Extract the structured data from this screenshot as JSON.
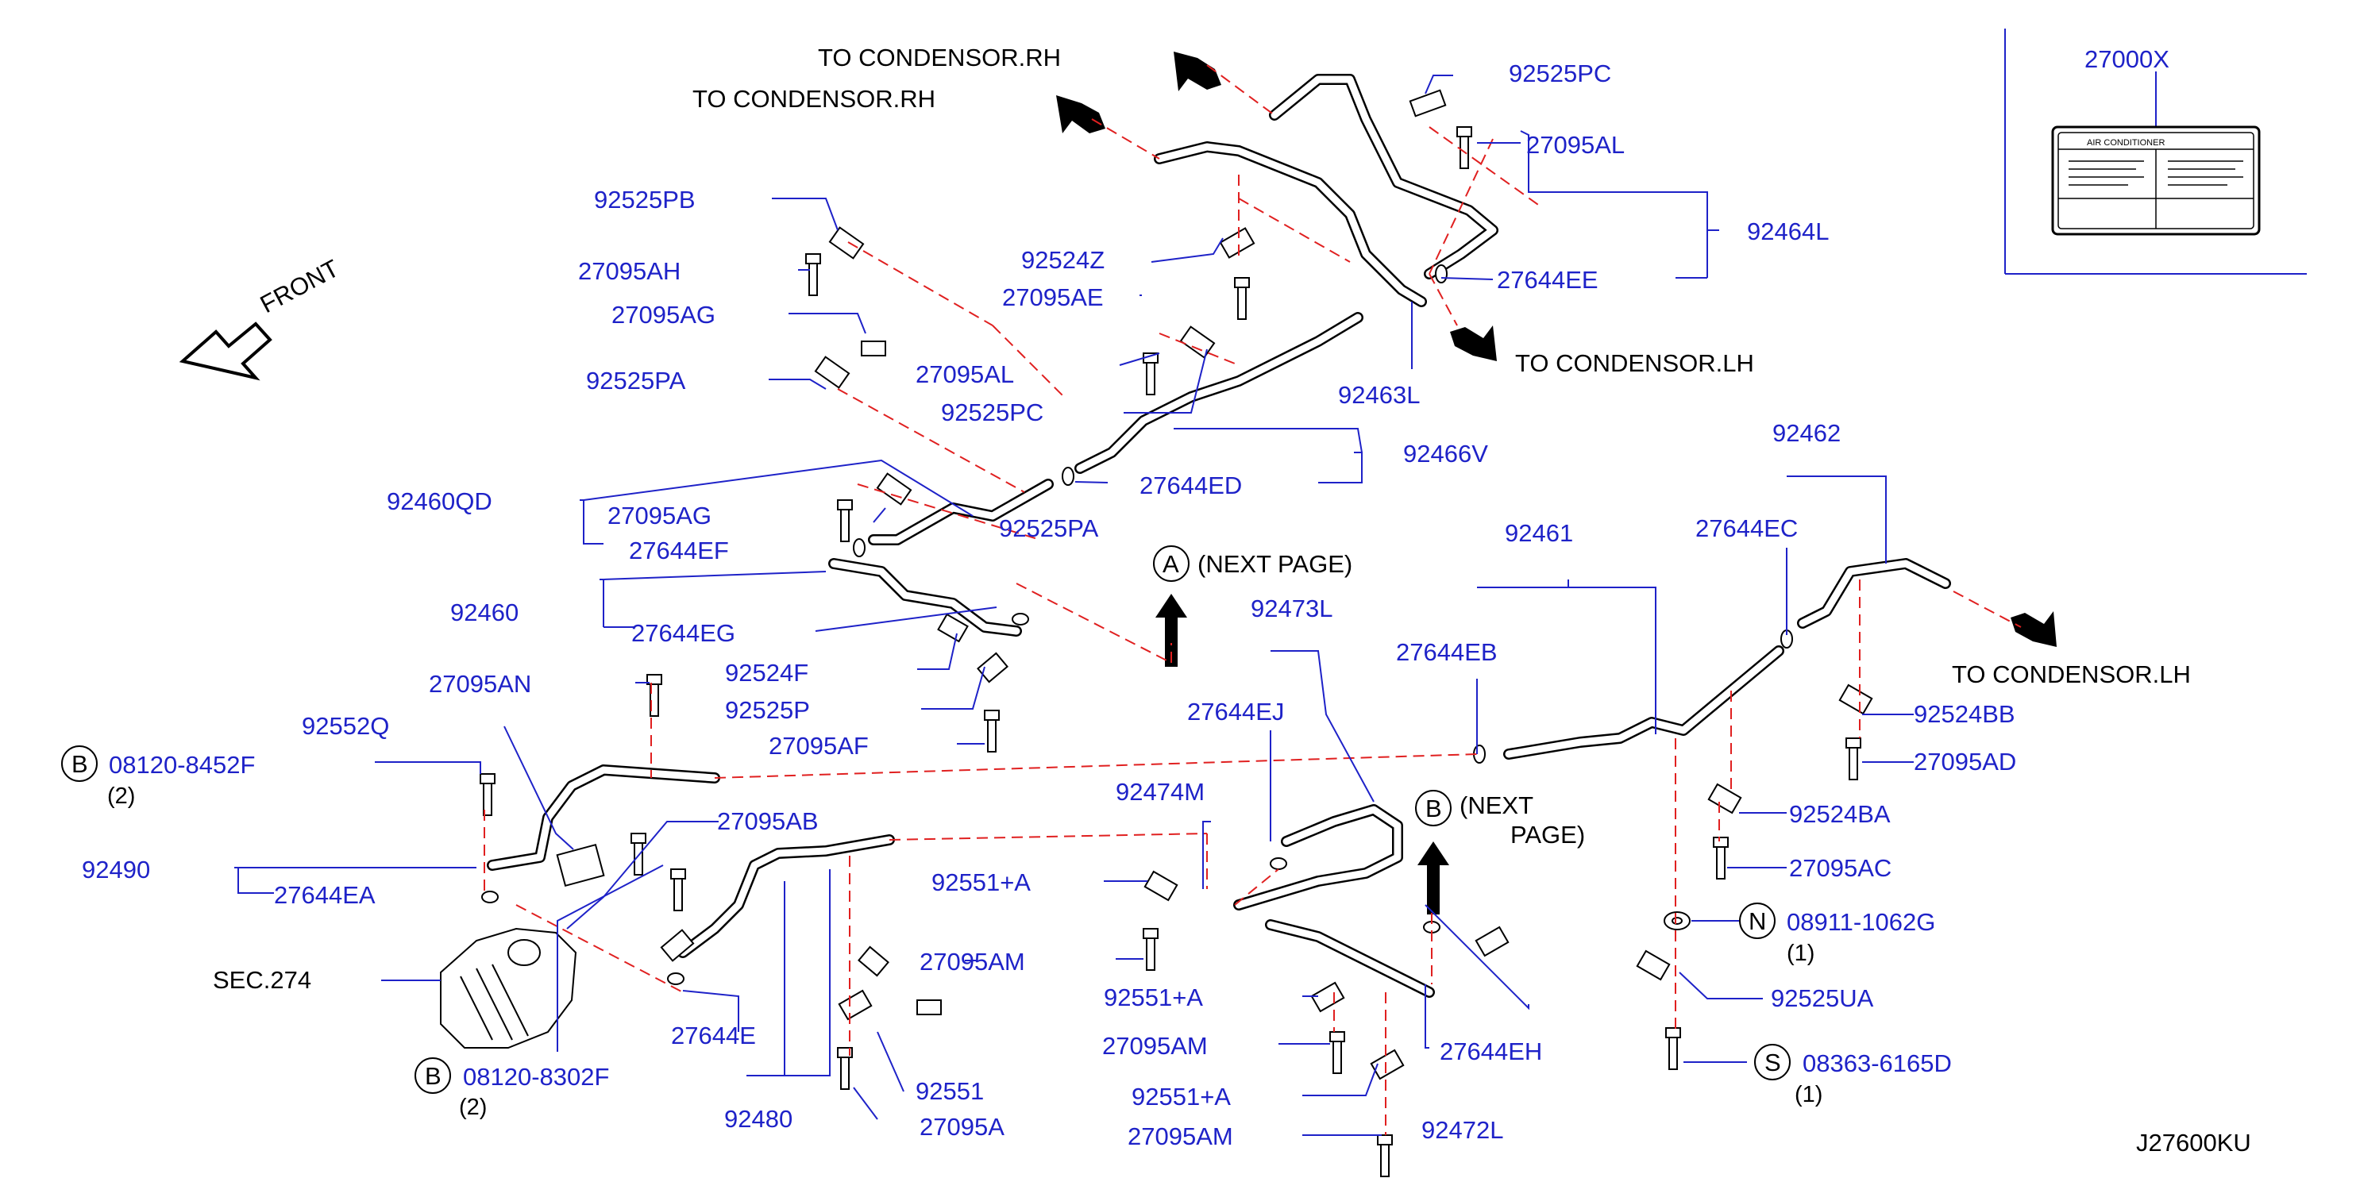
{
  "diagram_id": "J27600KU",
  "front_label": "FRONT",
  "destinations": {
    "cond_rh_1": "TO  CONDENSOR.RH",
    "cond_rh_2": "TO  CONDENSOR.RH",
    "cond_lh_1": "TO  CONDENSOR.LH",
    "cond_lh_2": "TO  CONDENSOR.LH"
  },
  "references": {
    "next_page_a": {
      "letter": "A",
      "text": "(NEXT  PAGE)"
    },
    "next_page_b": {
      "letter": "B",
      "text1": "(NEXT",
      "text2": "PAGE)"
    },
    "sec": "SEC.274"
  },
  "label_box": {
    "part": "27000X",
    "title": "AIR    CONDITIONER"
  },
  "parts": {
    "p92525PC_top": "92525PC",
    "p27095AL_top": "27095AL",
    "p92464L": "92464L",
    "p27644EE": "27644EE",
    "p92463L": "92463L",
    "p92525PB": "92525PB",
    "p27095AH": "27095AH",
    "p27095AG_1": "27095AG",
    "p92525PA_1": "92525PA",
    "p27095AL_2": "27095AL",
    "p92525PC_2": "92525PC",
    "p92524Z": "92524Z",
    "p27095AE": "27095AE",
    "p92466V": "92466V",
    "p27644ED": "27644ED",
    "p92460QD": "92460QD",
    "p27095AG_2": "27095AG",
    "p27644EF": "27644EF",
    "p92525PA_2": "92525PA",
    "p92460": "92460",
    "p27644EG": "27644EG",
    "p92524F": "92524F",
    "p92525P": "92525P",
    "p27095AF": "27095AF",
    "p27095AN": "27095AN",
    "p92552Q": "92552Q",
    "p08120_8452F": "08120-8452F",
    "q08120_8452F": "(2)",
    "p27095AB": "27095AB",
    "p92490": "92490",
    "p27644EA": "27644EA",
    "p27644E": "27644E",
    "p08120_8302F": "08120-8302F",
    "q08120_8302F": "(2)",
    "p92480": "92480",
    "p27095A": "27095A",
    "p92551": "92551",
    "p27095AM_1": "27095AM",
    "p92551A_1": "92551+A",
    "p92551A_2": "92551+A",
    "p27095AM_2": "27095AM",
    "p92551A_3": "92551+A",
    "p27095AM_3": "27095AM",
    "p92474M": "92474M",
    "p92473L": "92473L",
    "p27644EJ": "27644EJ",
    "p27644EB": "27644EB",
    "p27644EH": "27644EH",
    "p92472L": "92472L",
    "p92461": "92461",
    "p92462": "92462",
    "p27644EC": "27644EC",
    "p92524BB": "92524BB",
    "p27095AD": "27095AD",
    "p92524BA": "92524BA",
    "p27095AC": "27095AC",
    "p08911_1062G": "08911-1062G",
    "q08911_1062G": "(1)",
    "p92525UA": "92525UA",
    "p08363_6165D": "08363-6165D",
    "q08363_6165D": "(1)"
  },
  "circle_letters": {
    "b1": "B",
    "b2": "B",
    "n": "N",
    "s": "S"
  }
}
